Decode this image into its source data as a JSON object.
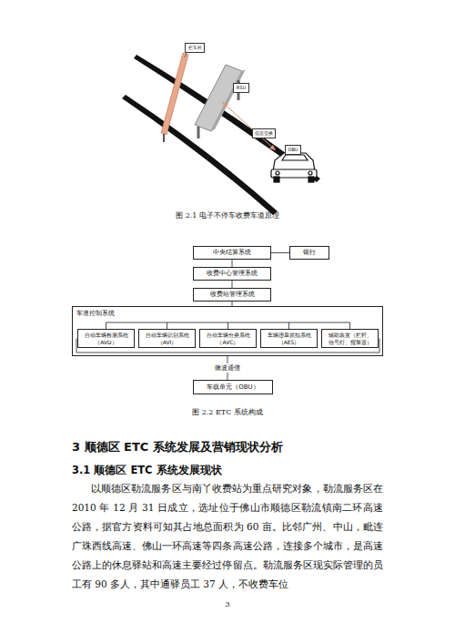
{
  "diagram": {
    "nodes": [
      {
        "text": [
          "拦车杆"
        ]
      },
      {
        "text": [
          "RSU"
        ]
      },
      {
        "text": [
          "信息交换"
        ]
      },
      {
        "text": [
          "OBU"
        ]
      },
      {
        "text": [
          "中央结算系统"
        ]
      },
      {
        "text": [
          "银行"
        ]
      },
      {
        "text": [
          "收费中心管理系统"
        ]
      },
      {
        "text": [
          "收费站管理系统"
        ]
      },
      {
        "text": [
          "车道控制系统"
        ]
      },
      {
        "text": [
          "自动车辆检测系统 （AVD）"
        ],
        "in": 8
      },
      {
        "text": [
          "自动车辆识别系统 （AVI）"
        ],
        "in": 8
      },
      {
        "text": [
          "自动车辆分类系统 （AVC）"
        ],
        "in": 8
      },
      {
        "text": [
          "车辆违章抓拍系统 （AES）"
        ],
        "in": 8
      },
      {
        "text": [
          "辅助装置（栏杆、 信号灯、报警器）"
        ],
        "in": 8
      },
      {
        "text": [
          "车载单元（OBU）"
        ]
      }
    ],
    "edges": [
      {
        "from": 4,
        "to": 5,
        "arrow": "none"
      },
      {
        "from": 4,
        "to": 6,
        "arrow": "none"
      },
      {
        "from": 6,
        "to": 7,
        "arrow": "none"
      },
      {
        "from": 7,
        "to": 8,
        "arrow": "none"
      },
      {
        "from": 8,
        "to": 14,
        "label": "微波通信",
        "arrow": "none"
      }
    ],
    "labels": [
      "图 2.1 电子不停车收费车道原理",
      "图 2.2 ETC 系统构成",
      "3 顺德区 ETC 系统发展及营销现状分析",
      "3.1 顺德区 ETC 系统发展现状",
      "以顺德区勒流服务区与南丫收费站为重点研究对象，勒流服务区在 2010 年 12 月 31 日成立，选址位于佛山市顺德区勒流镇南二环高速公路，据官方资料可知其占地总面积为 60 亩。比邻广州、中山，毗连广珠西线高速、佛山一环高速等四条高速公路，连接多个城市，是高速公路上的休息驿站和高速主要经过停留点。勒流服务区现实际管理的员工有 90 多人，其中通驿员工 37 人，不收费车位",
      "3"
    ]
  }
}
